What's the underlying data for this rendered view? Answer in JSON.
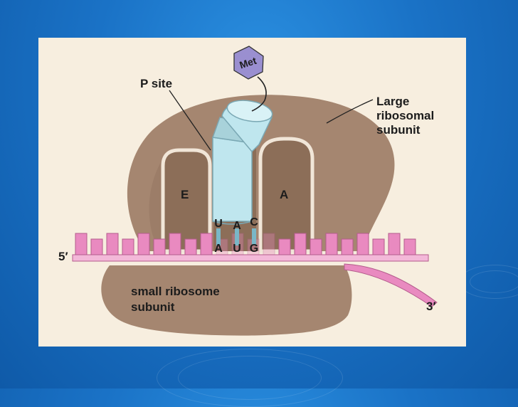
{
  "slide": {
    "background_color": "#1a72c6",
    "panel_color": "#f7eedf"
  },
  "diagram": {
    "labels": {
      "met": "Met",
      "p_site": "P site",
      "large_subunit": [
        "Large",
        "ribosomal",
        "subunit"
      ],
      "e_site": "E",
      "a_site": "A",
      "anticodon": [
        "U",
        "A",
        "C"
      ],
      "codon": [
        "A",
        "U",
        "G"
      ],
      "five_prime": "5′",
      "three_prime": "3′",
      "small_subunit": [
        "small ribosome",
        "subunit"
      ]
    },
    "colors": {
      "ribosome": "#a58670",
      "ribosome_shadow": "#8c6e58",
      "trna": "#bfe6ee",
      "trna_stroke": "#7aa8b4",
      "mrna": "#e98ac0",
      "met_hexagon": "#9a8fd0"
    }
  }
}
